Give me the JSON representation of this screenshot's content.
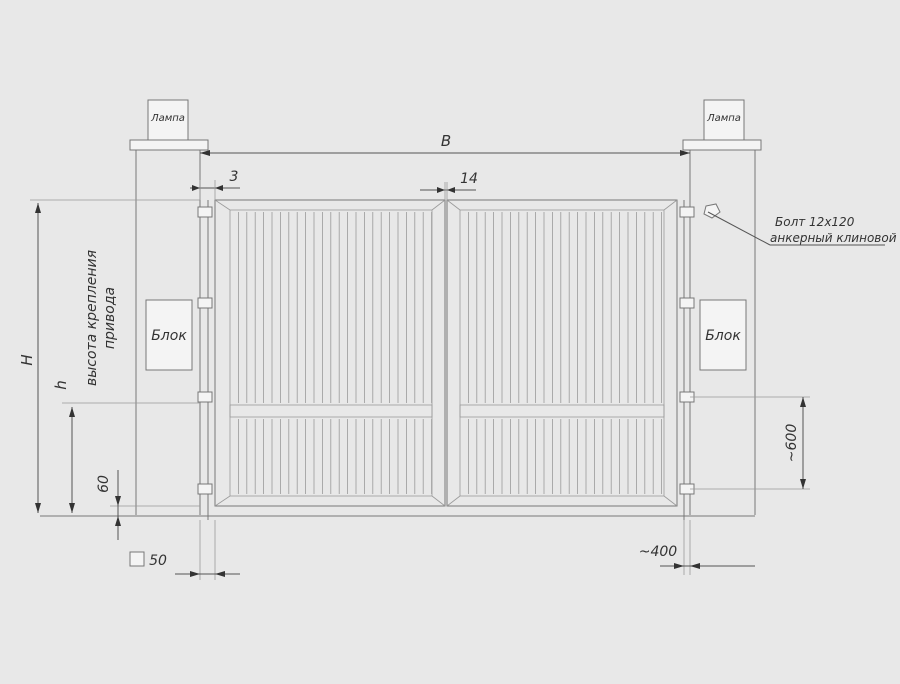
{
  "labels": {
    "lamp_left": "Лампа",
    "lamp_right": "Лампа",
    "width_B": "B",
    "gap_3": "3",
    "gap_14": "14",
    "height_H": "H",
    "height_h": "h",
    "mount_line1": "высота крепления",
    "mount_line2": "привода",
    "block_left": "Блок",
    "block_right": "Блок",
    "bolt_line1": "Болт 12х120",
    "bolt_line2": "анкерный клиновой",
    "dim_60": "60",
    "dim_600": "~600",
    "dim_400": "~400",
    "dim_50": "50"
  }
}
